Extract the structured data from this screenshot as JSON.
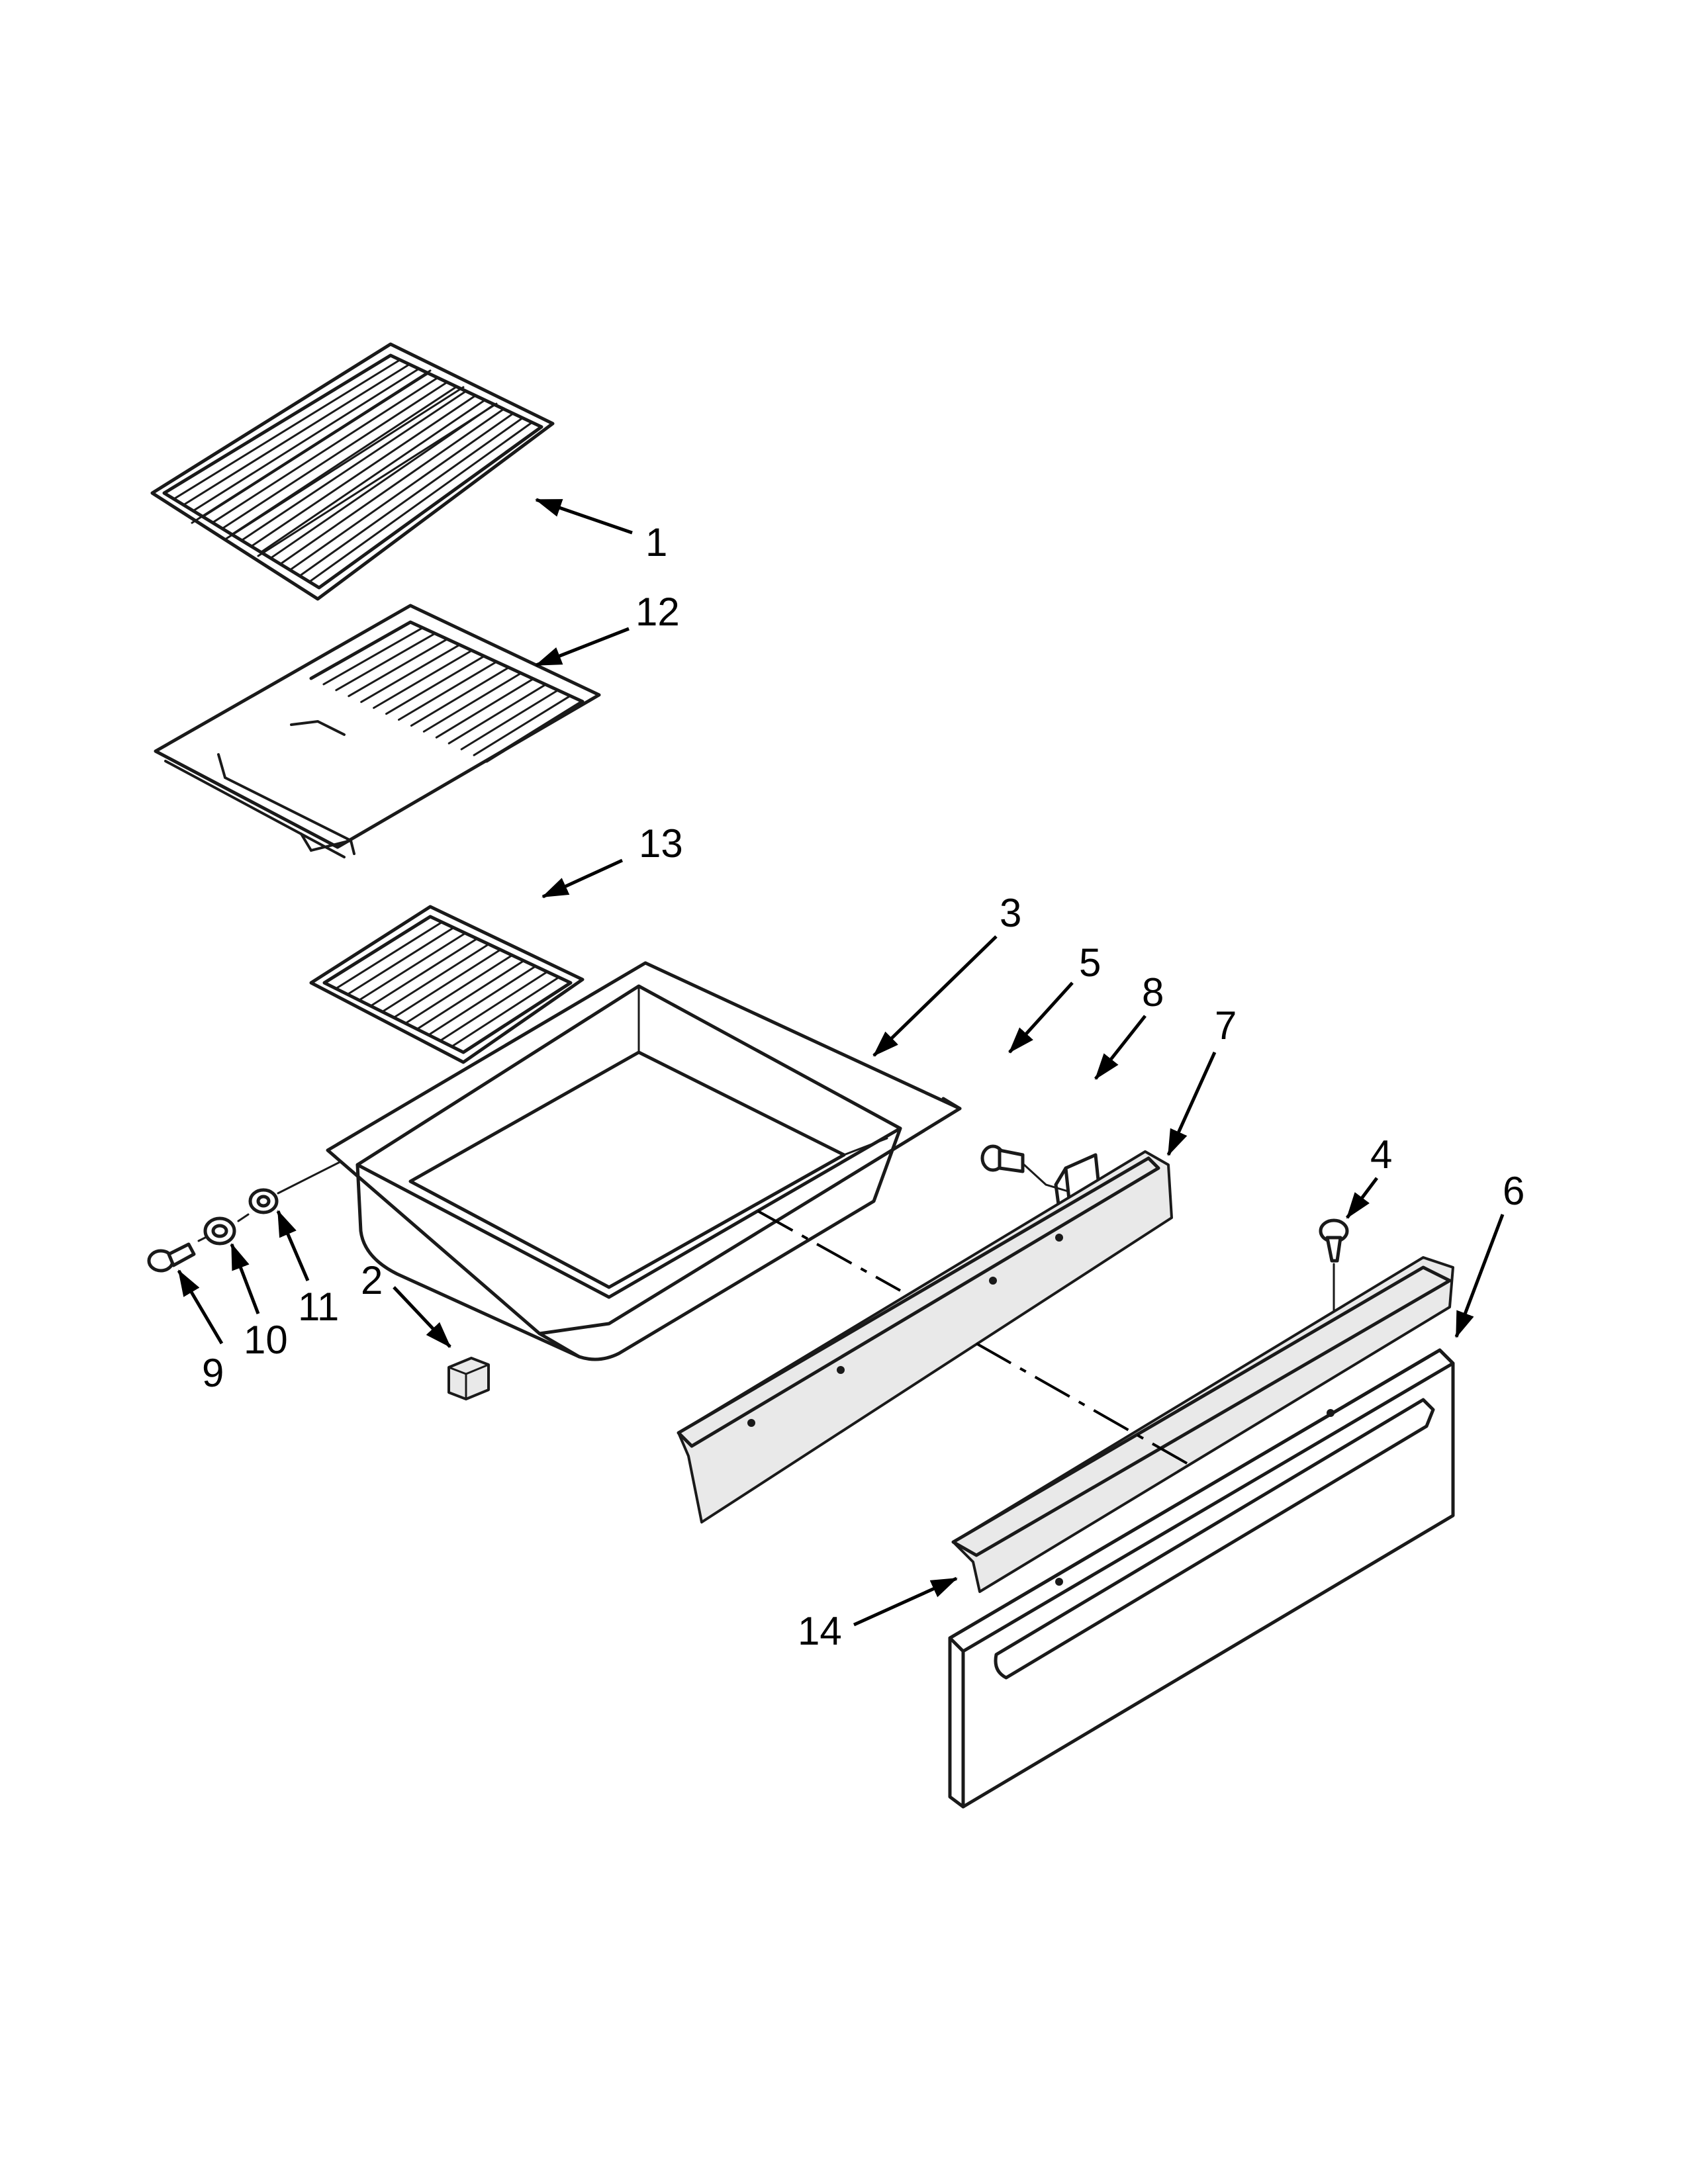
{
  "callouts": [
    {
      "id": "1",
      "label": "1"
    },
    {
      "id": "2",
      "label": "2"
    },
    {
      "id": "3",
      "label": "3"
    },
    {
      "id": "4",
      "label": "4"
    },
    {
      "id": "5",
      "label": "5"
    },
    {
      "id": "6",
      "label": "6"
    },
    {
      "id": "7",
      "label": "7"
    },
    {
      "id": "8",
      "label": "8"
    },
    {
      "id": "9",
      "label": "9"
    },
    {
      "id": "10",
      "label": "10"
    },
    {
      "id": "11",
      "label": "11"
    },
    {
      "id": "12",
      "label": "12"
    },
    {
      "id": "13",
      "label": "13"
    },
    {
      "id": "14",
      "label": "14"
    }
  ],
  "colors": {
    "line": "#1a1a1a",
    "background": "#ffffff",
    "shade": "#e9e9e9"
  }
}
